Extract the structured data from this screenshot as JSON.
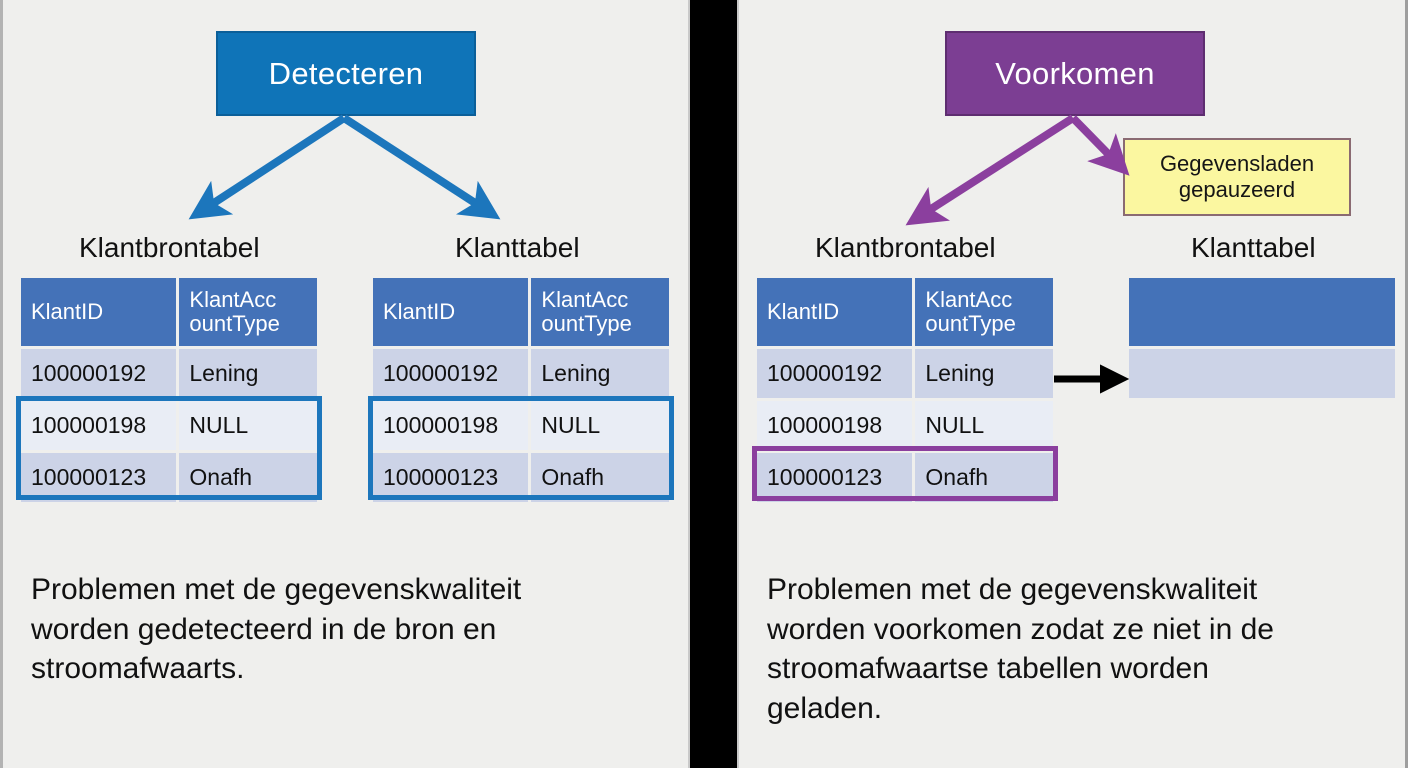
{
  "background": "#efefed",
  "divider_color": "#000000",
  "panels": [
    {
      "id": "detect",
      "accent": "#0f74b8",
      "title": "Detecteren",
      "table_labels": {
        "source": "Klantbrontabel",
        "target": "Klanttabel"
      },
      "columns": [
        "KlantID",
        "KlantAcc\nountType"
      ],
      "column_headers": {
        "id": "KlantID",
        "type_line1": "KlantAcc",
        "type_line2": "ountType"
      },
      "source_table": {
        "name": "Klantbrontabel",
        "rows": [
          {
            "id": "100000192",
            "type": "Lening"
          },
          {
            "id": "100000198",
            "type": "NULL"
          },
          {
            "id": "100000123",
            "type": "Onafh"
          }
        ],
        "highlight_rows": [
          1,
          2
        ],
        "highlight_color": "#1c76bc"
      },
      "target_table": {
        "name": "Klanttabel",
        "rows": [
          {
            "id": "100000192",
            "type": "Lening"
          },
          {
            "id": "100000198",
            "type": "NULL"
          },
          {
            "id": "100000123",
            "type": "Onafh"
          }
        ],
        "highlight_rows": [
          1,
          2
        ],
        "highlight_color": "#1c76bc"
      },
      "caption": "Problemen met de gegevenskwaliteit worden gedetecteerd in de bron en stroomafwaarts.",
      "caption_lines": [
        "Problemen met de gegevenskwaliteit",
        "worden gedetecteerd in de bron en",
        "stroomafwaarts."
      ]
    },
    {
      "id": "prevent",
      "accent": "#7c3e93",
      "title": "Voorkomen",
      "callout": {
        "line1": "Gegevensladen",
        "line2": "gepauzeerd",
        "fill": "#fbf7a0",
        "border": "#8a6a72"
      },
      "table_labels": {
        "source": "Klantbrontabel",
        "target": "Klanttabel"
      },
      "column_headers": {
        "id": "KlantID",
        "type_line1": "KlantAcc",
        "type_line2": "ountType"
      },
      "source_table": {
        "name": "Klantbrontabel",
        "rows": [
          {
            "id": "100000192",
            "type": "Lening"
          },
          {
            "id": "100000198",
            "type": "NULL"
          },
          {
            "id": "100000123",
            "type": "Onafh"
          }
        ],
        "highlight_rows": [
          2
        ],
        "highlight_color": "#8b3f9e"
      },
      "target_table": {
        "name": "Klanttabel",
        "rows": [],
        "empty": true,
        "note": "empty header band and one empty data band"
      },
      "flow_arrow_color": "#000000",
      "caption": "Problemen met de gegevenskwaliteit worden voorkomen zodat ze niet in de stroomafwaartse tabellen worden geladen.",
      "caption_lines": [
        "Problemen met de gegevenskwaliteit",
        "worden voorkomen zodat ze niet in de",
        "stroomafwaartse tabellen worden",
        "geladen."
      ]
    }
  ],
  "colors": {
    "table_header": "#4472b8",
    "row_shade_a": "#ccd3e7",
    "row_shade_b": "#e9edf5",
    "text": "#111111"
  }
}
